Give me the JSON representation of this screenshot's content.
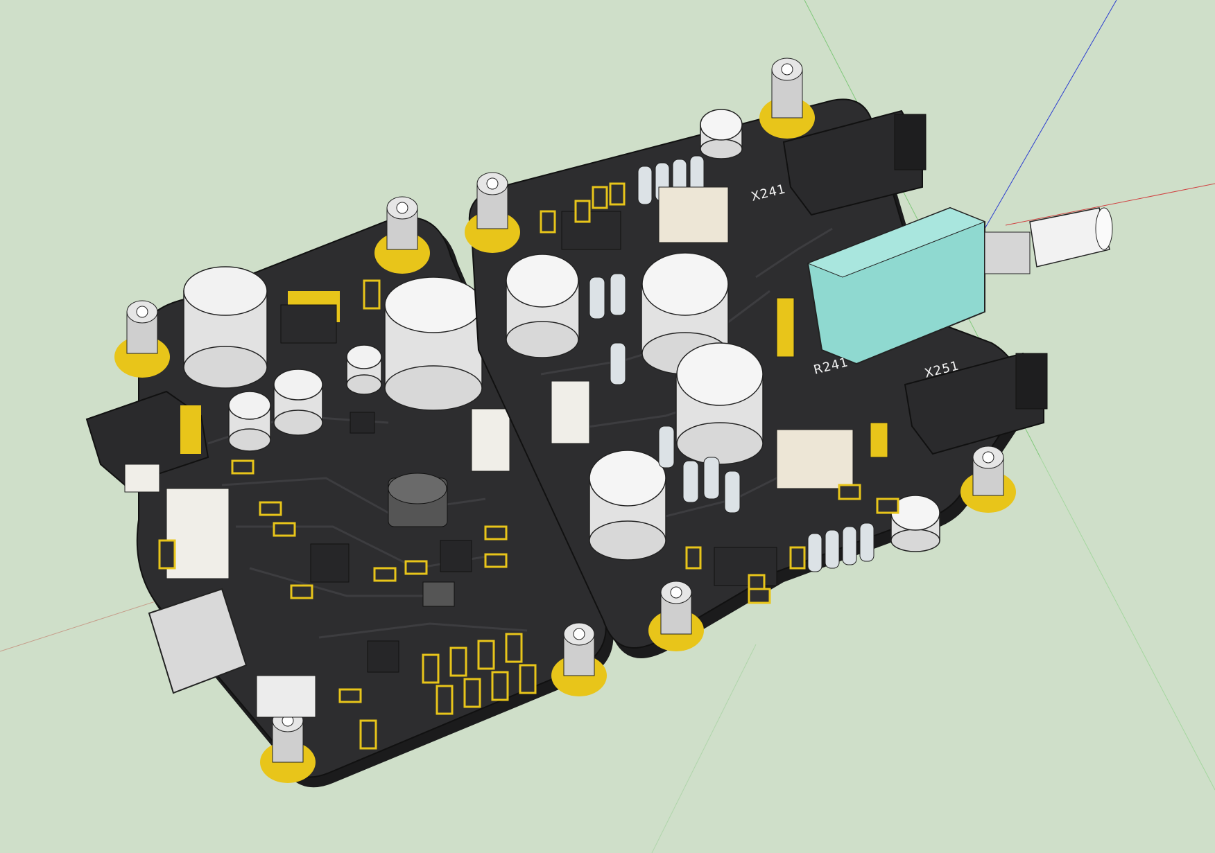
{
  "colors": {
    "background": "#cfdfc9",
    "pcb": "#2d2d2f",
    "pcb_edge": "#1b1b1c",
    "gold": "#e8c51a",
    "capacitor": "#f2f2f2",
    "pot_body": "#8fd9d0",
    "connector": "#f0eee8"
  },
  "labels": {
    "jack_top": "X241",
    "pot": "R241",
    "jack_bottom": "X251"
  }
}
